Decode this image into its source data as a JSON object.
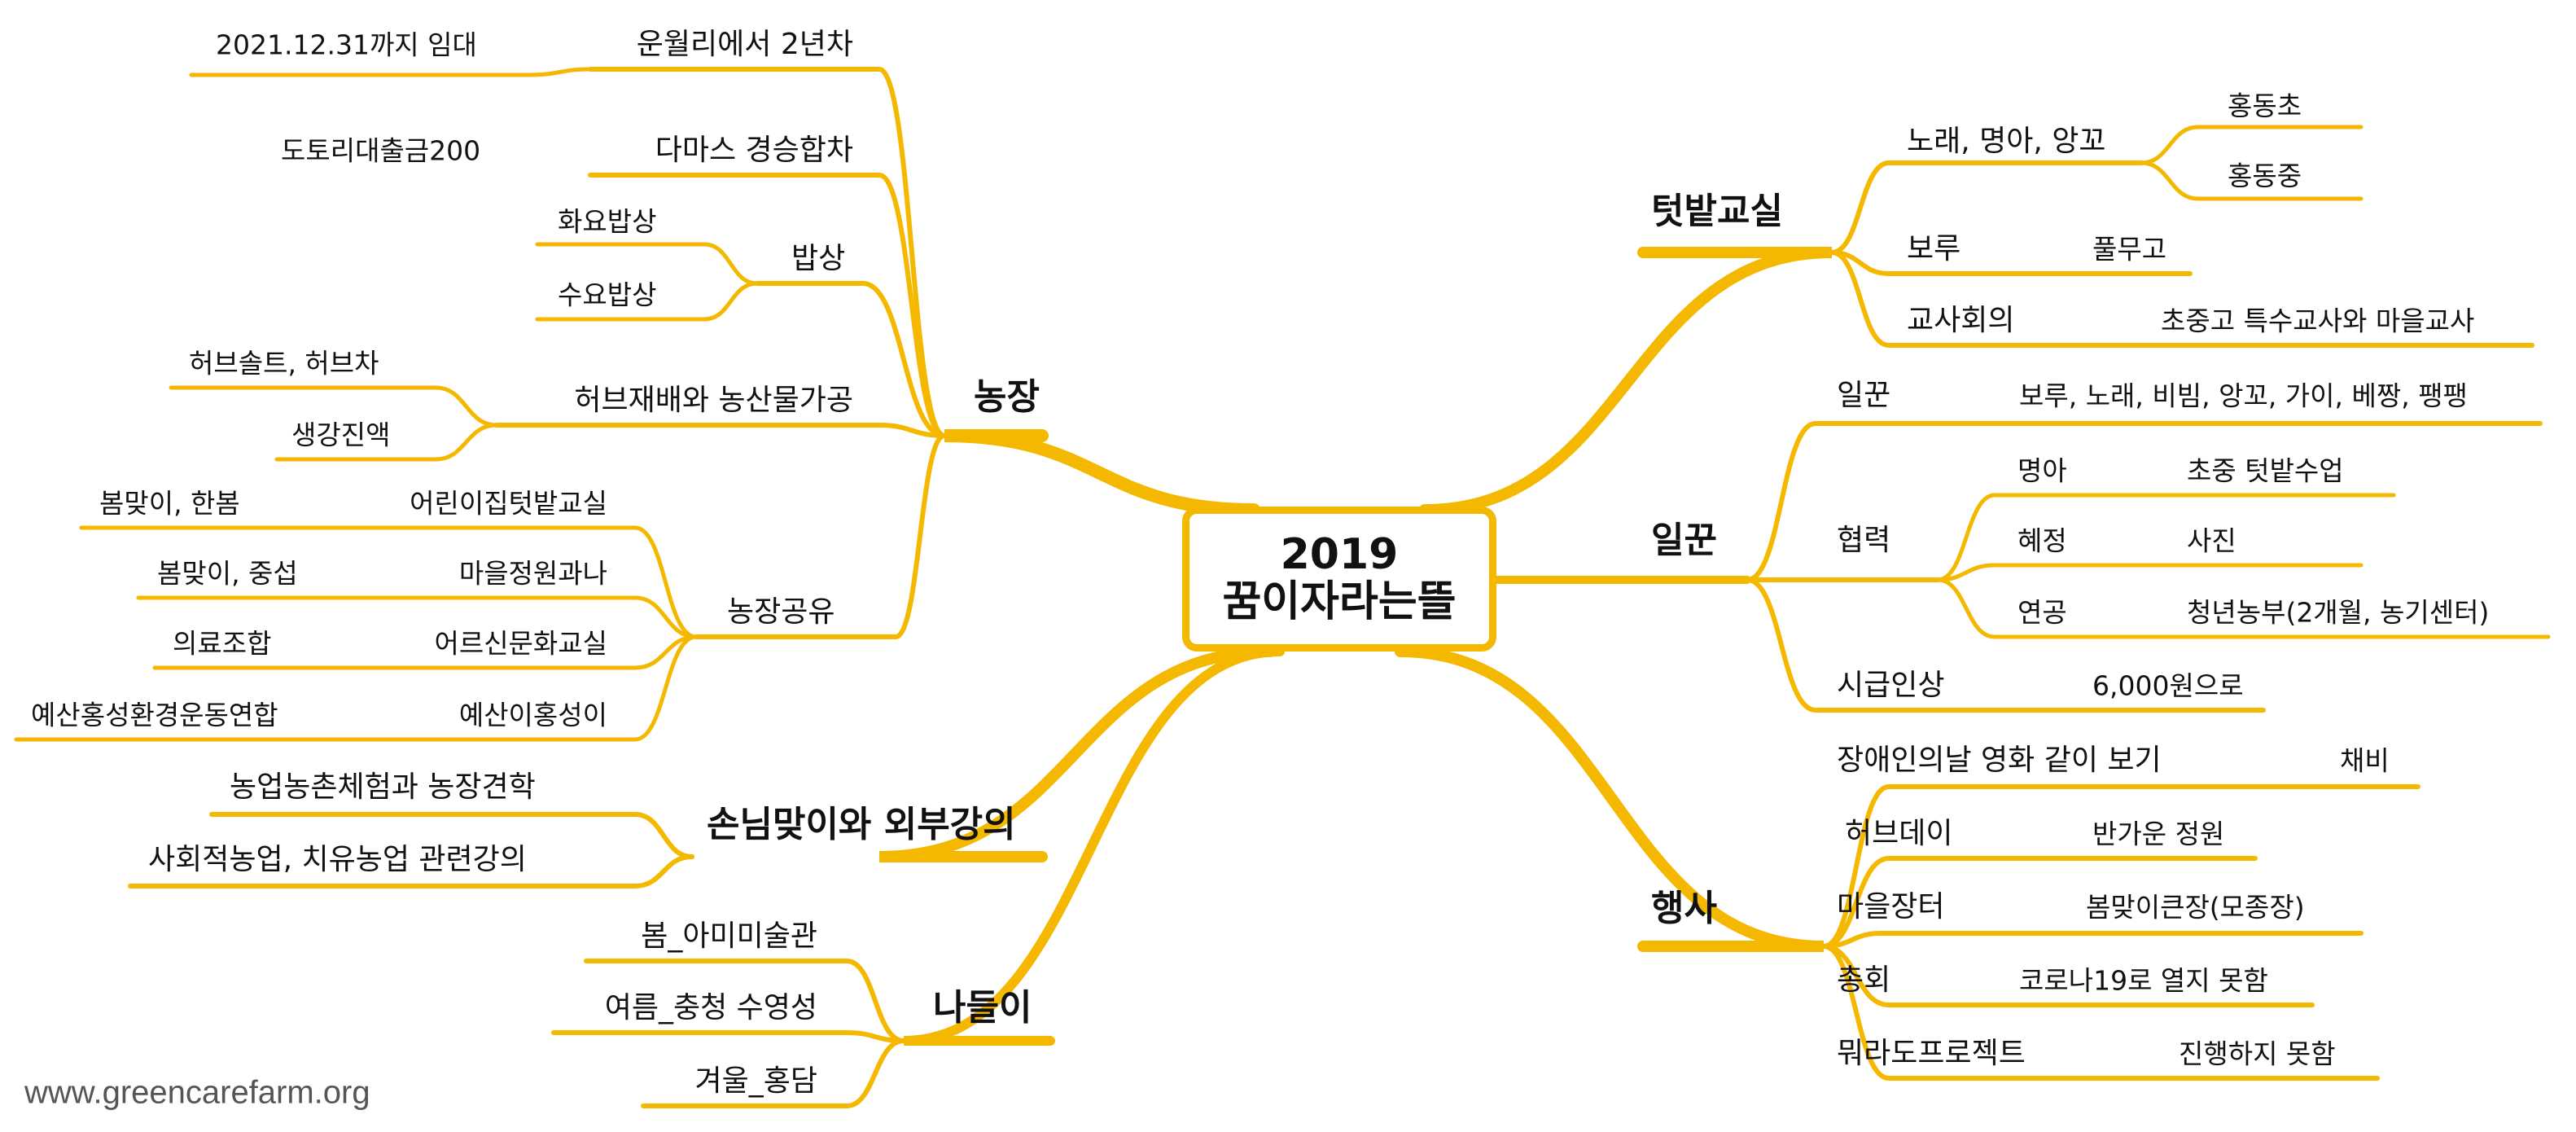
{
  "center": {
    "year": "2019",
    "title": "꿈이자라는뜰"
  },
  "website": "www.greencarefarm.org",
  "line_color": "#f5b800",
  "branches": {
    "farm": {
      "label": "농장",
      "rent": {
        "label": "운월리에서 2년차",
        "detail": "2021.12.31까지 임대"
      },
      "damas": {
        "label": "다마스 경승합차",
        "detail": "도토리대출금200"
      },
      "meal": {
        "label": "밥상",
        "items": [
          "화요밥상",
          "수요밥상"
        ]
      },
      "herb": {
        "label": "허브재배와 농산물가공",
        "items": [
          "허브솔트, 허브차",
          "생강진액"
        ]
      },
      "share": {
        "label": "농장공유",
        "pairs": [
          {
            "org": "어린이집텃밭교실",
            "detail": "봄맞이, 한봄"
          },
          {
            "org": "마을정원과나",
            "detail": "봄맞이, 중섭"
          },
          {
            "org": "어르신문화교실",
            "detail": "의료조합"
          },
          {
            "org": "예산이홍성이",
            "detail": "예산홍성환경운동연합"
          }
        ]
      }
    },
    "guests": {
      "label": "손님맞이와 외부강의",
      "items": [
        "농업농촌체험과 농장견학",
        "사회적농업, 치유농업 관련강의"
      ]
    },
    "outing": {
      "label": "나들이",
      "items": [
        "봄_아미미술관",
        "여름_충청 수영성",
        "겨울_홍담"
      ]
    },
    "garden": {
      "label": "텃밭교실",
      "song": {
        "label": "노래, 명아, 앙꼬",
        "items": [
          "홍동초",
          "홍동중"
        ]
      },
      "boru": {
        "label": "보루",
        "detail": "풀무고"
      },
      "council": {
        "label": "교사회의",
        "detail": "초중고 특수교사와 마을교사"
      }
    },
    "worker": {
      "label": "일꾼",
      "members": {
        "label": "일꾼",
        "detail": "보루, 노래, 비빔, 앙꼬, 가이, 베짱, 팽팽"
      },
      "coop": {
        "label": "협력",
        "pairs": [
          {
            "name": "명아",
            "detail": "초중 텃밭수업"
          },
          {
            "name": "혜정",
            "detail": "사진"
          },
          {
            "name": "연공",
            "detail": "청년농부(2개월, 농기센터)"
          }
        ]
      },
      "wage": {
        "label": "시급인상",
        "detail": "6,000원으로"
      }
    },
    "event": {
      "label": "행사",
      "items": [
        {
          "name": "장애인의날 영화 같이 보기",
          "detail": "채비"
        },
        {
          "name": "허브데이",
          "detail": "반가운 정원"
        },
        {
          "name": "마을장터",
          "detail": "봄맞이큰장(모종장)"
        },
        {
          "name": "총회",
          "detail": "코로나19로 열지 못함"
        },
        {
          "name": "뭐라도프로젝트",
          "detail": "진행하지 못함"
        }
      ]
    }
  }
}
